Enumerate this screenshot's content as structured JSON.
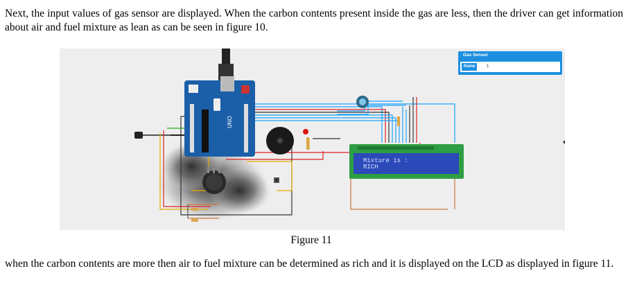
{
  "paragraphs": {
    "intro": "Next, the input values of gas sensor are displayed. When the carbon contents present inside the gas are less, then the driver can get information about air and fuel mixture as lean as can be seen in figure 10.",
    "outro": "when the carbon contents are more then air to fuel mixture can be determined as rich and it is displayed on the LCD as displayed in figure 11."
  },
  "figure": {
    "caption": "Figure 11",
    "gas_sensor_panel": {
      "title": "Gas Sensor",
      "name_label": "Name",
      "name_value": "1"
    },
    "lcd": {
      "line1": "Mixture is :",
      "line2": "RICH"
    },
    "board_label": "UNO",
    "colors": {
      "board": "#1b5fa8",
      "lcd_body": "#2e9e44",
      "lcd_screen": "#2b49b8",
      "panel": "#1e8fe0"
    }
  }
}
